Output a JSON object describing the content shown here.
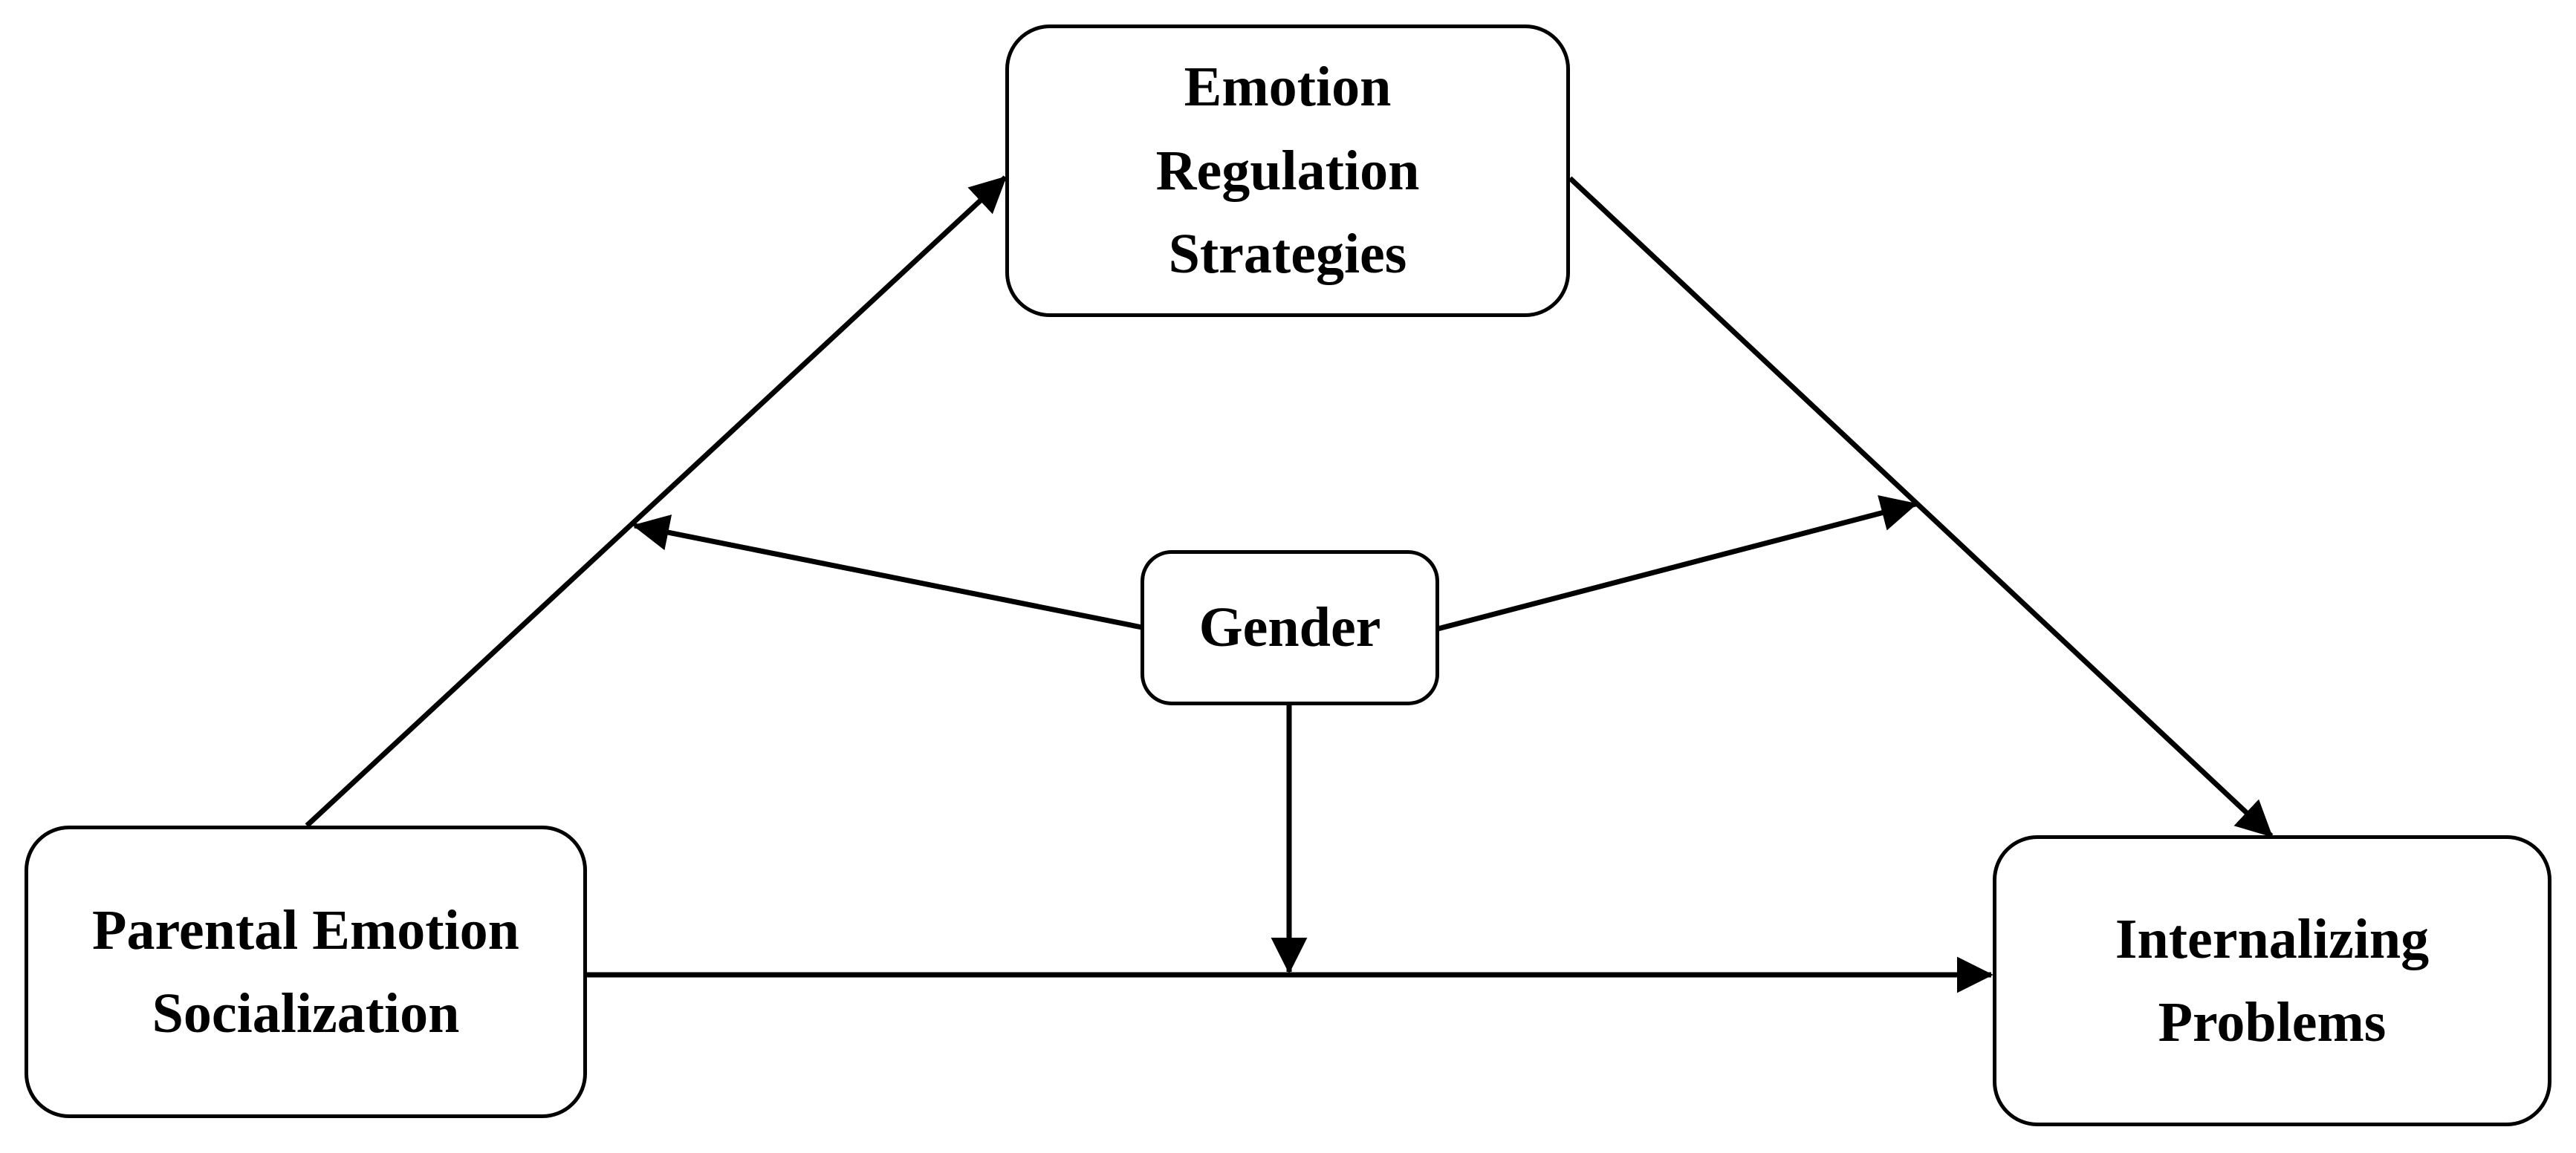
{
  "figure": {
    "type": "path-diagram",
    "background_color": "#ffffff",
    "line_color": "#000000",
    "nodes": {
      "ers": {
        "id": "emotion-regulation-strategies",
        "label": "Emotion Regulation Strategies",
        "lines": [
          "Emotion",
          "Regulation",
          "Strategies"
        ]
      },
      "gender": {
        "id": "gender",
        "label": "Gender",
        "lines": [
          "Gender"
        ]
      },
      "pes": {
        "id": "parental-emotion-socialization",
        "label": "Parental Emotion Socialization",
        "lines": [
          "Parental Emotion",
          "Socialization"
        ]
      },
      "ip": {
        "id": "internalizing-problems",
        "label": "Internalizing Problems",
        "lines": [
          "Internalizing",
          "Problems"
        ]
      }
    },
    "edges": [
      {
        "from": "Parental Emotion Socialization",
        "to": "Emotion Regulation Strategies",
        "style": "solid",
        "arrowhead": "filled-triangle"
      },
      {
        "from": "Emotion Regulation Strategies",
        "to": "Internalizing Problems",
        "style": "solid",
        "arrowhead": "filled-triangle"
      },
      {
        "from": "Parental Emotion Socialization",
        "to": "Internalizing Problems",
        "style": "solid",
        "arrowhead": "filled-triangle"
      },
      {
        "from": "Gender",
        "to": "path Parental Emotion Socialization -> Emotion Regulation Strategies",
        "style": "solid",
        "arrowhead": "filled-triangle"
      },
      {
        "from": "Gender",
        "to": "path Emotion Regulation Strategies -> Internalizing Problems",
        "style": "solid",
        "arrowhead": "filled-triangle"
      },
      {
        "from": "Gender",
        "to": "path Parental Emotion Socialization -> Internalizing Problems",
        "style": "solid",
        "arrowhead": "filled-triangle"
      }
    ]
  }
}
